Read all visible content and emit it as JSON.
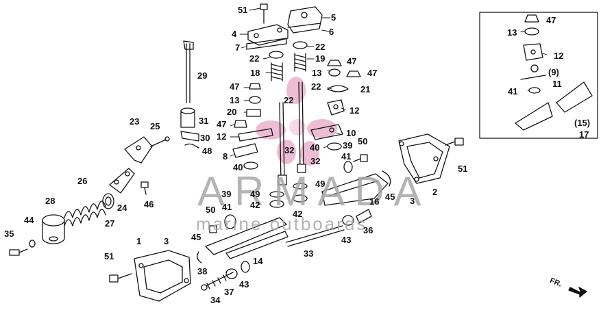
{
  "diagram": {
    "watermark": {
      "brand": "ARMADA",
      "tagline": "marine outboards"
    },
    "direction_label": "FR.",
    "part_labels": {
      "p1": "1",
      "p2": "2",
      "p3a": "3",
      "p3b": "3",
      "p4": "4",
      "p5": "5",
      "p6": "6",
      "p7": "7",
      "p8": "8",
      "p9": "(9)",
      "p10": "10",
      "p11": "11",
      "p12a": "12",
      "p12b": "12",
      "p12c": "12",
      "p13a": "13",
      "p13b": "13",
      "p13c": "13",
      "p14": "14",
      "p15": "(15)",
      "p16": "16",
      "p17": "17",
      "p18": "18",
      "p19": "19",
      "p20": "20",
      "p21": "21",
      "p22a": "22",
      "p22b": "22",
      "p22c": "22",
      "p22d": "22",
      "p23": "23",
      "p24": "24",
      "p25": "25",
      "p26": "26",
      "p27": "27",
      "p28": "28",
      "p29": "29",
      "p30": "30",
      "p31": "31",
      "p32a": "32",
      "p32b": "32",
      "p33": "33",
      "p34": "34",
      "p35": "35",
      "p36": "36",
      "p37": "37",
      "p38": "38",
      "p39a": "39",
      "p39b": "39",
      "p40a": "40",
      "p40b": "40",
      "p41a": "41",
      "p41b": "41",
      "p41c": "41",
      "p42a": "42",
      "p42b": "42",
      "p43a": "43",
      "p43b": "43",
      "p44": "44",
      "p45a": "45",
      "p45b": "45",
      "p46": "46",
      "p47a": "47",
      "p47b": "47",
      "p47c": "47",
      "p47d": "47",
      "p47e": "47",
      "p48": "48",
      "p49a": "49",
      "p49b": "49",
      "p50a": "50",
      "p50b": "50",
      "p51a": "51",
      "p51b": "51",
      "p51c": "51"
    }
  }
}
